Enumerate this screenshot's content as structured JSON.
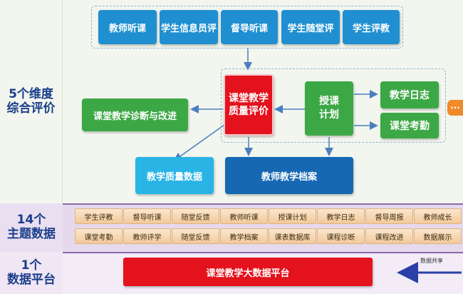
{
  "rows": {
    "dimensions_label": "5个维度\n综合评价",
    "topics_label": "14个\n主题数据",
    "platform_label": "1个\n数据平台"
  },
  "top_sources": [
    "教师听课",
    "学生信息员评",
    "督导听课",
    "学生随堂评",
    "学生评教"
  ],
  "center": {
    "quality_eval": "课堂教学\n质量评价",
    "plan": "授课\n计划",
    "log": "教学日志",
    "attendance": "课堂考勤",
    "diagnosis": "课堂教学诊断与改进",
    "quality_data": "教学质量数据",
    "archive": "教师教学档案"
  },
  "topics": [
    "学生评教",
    "督导听课",
    "随堂反馈",
    "教师听课",
    "授课计划",
    "教学日志",
    "督导周报",
    "教师成长",
    "课堂考勤",
    "教师评学",
    "随堂反馈",
    "教学档案",
    "课表数据库",
    "课程诊断",
    "课程改进",
    "数据展示"
  ],
  "platform": {
    "name": "课堂教学大数据平台",
    "share_label": "数据共享"
  },
  "colors": {
    "blue": "#1f8fd1",
    "green": "#3ca845",
    "red": "#e3121c",
    "light_blue": "#29b4e6",
    "navy": "#1668b3",
    "row_label_text": "#1a3e8a"
  }
}
